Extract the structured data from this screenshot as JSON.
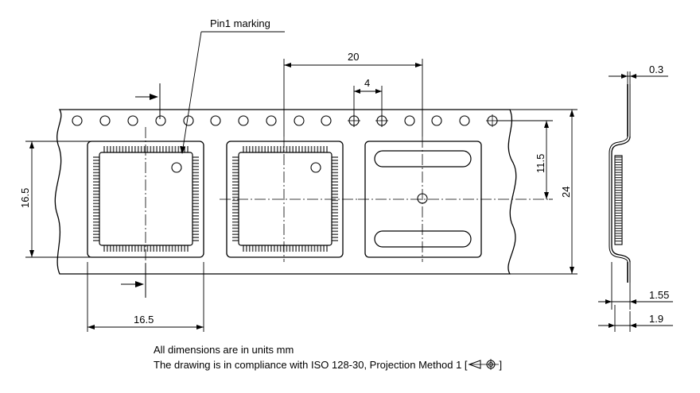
{
  "labels": {
    "pin1": "Pin1 marking",
    "pitch_20": "20",
    "pitch_4": "4",
    "thickness_03": "0.3",
    "height_115": "11.5",
    "width_24": "24",
    "pocket_165_v": "16.5",
    "pocket_165_h": "16.5",
    "depth_155": "1.55",
    "depth_19": "1.9"
  },
  "notes": {
    "units": "All dimensions are in units mm",
    "compliance": "The drawing is in compliance with ISO 128-30, Projection Method 1 ["
  },
  "notes_suffix": "]",
  "colors": {
    "line": "#000000",
    "pocket_stroke": "#000000",
    "leads": "#444444",
    "background": "#ffffff"
  }
}
